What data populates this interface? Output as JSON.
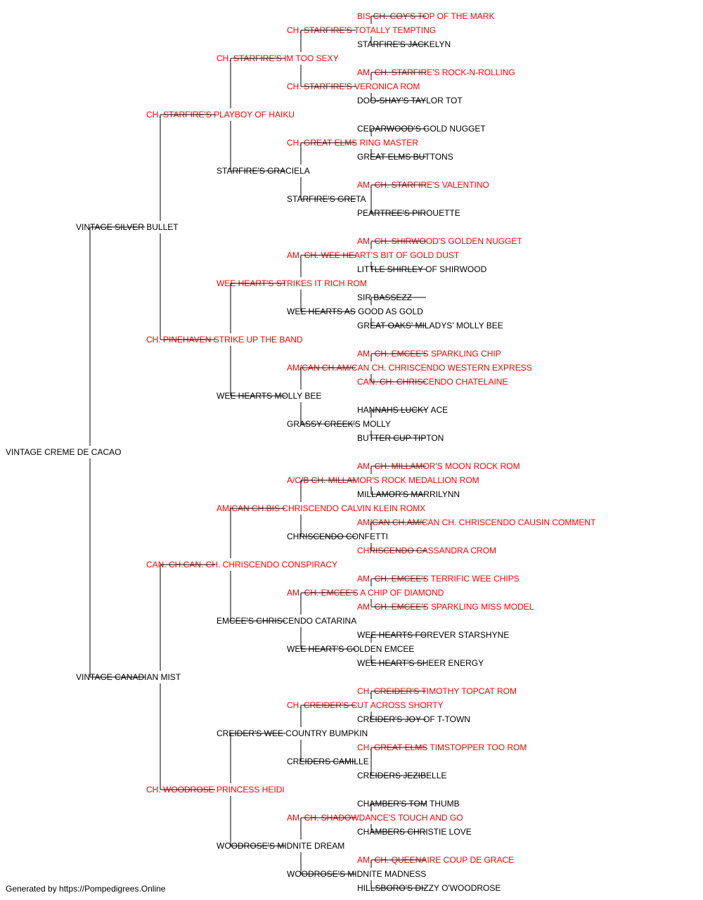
{
  "colors": {
    "champion": "#ff0000",
    "regular": "#000000",
    "lines": "#000000"
  },
  "footer": "Generated by https://Pompedigrees.Online",
  "pedigree": {
    "name": "VINTAGE CREME DE CACAO",
    "champion": false,
    "sire": {
      "name": "VINTAGE SILVER BULLET",
      "champion": false,
      "sire": {
        "name": "CH. STARFIRE'S PLAYBOY OF HAIKU",
        "champion": true,
        "sire": {
          "name": "CH. STARFIRE'S IM TOO SEXY",
          "champion": true,
          "sire": {
            "name": "CH. STARFIRE'S TOTALLY TEMPTING",
            "champion": true,
            "sire": {
              "name": "BIS CH. COY'S TOP OF THE MARK",
              "champion": true
            },
            "dam": {
              "name": "STARFIRE'S JACKELYN",
              "champion": false
            }
          },
          "dam": {
            "name": "CH. STARFIRE'S VERONICA ROM",
            "champion": true,
            "sire": {
              "name": "AM. CH. STARFIRE'S ROCK-N-ROLLING",
              "champion": true
            },
            "dam": {
              "name": "DOO-SHAY'S TAYLOR TOT",
              "champion": false
            }
          }
        },
        "dam": {
          "name": "STARFIRE'S GRACIELA",
          "champion": false,
          "sire": {
            "name": "CH. GREAT ELMS RING MASTER",
            "champion": true,
            "sire": {
              "name": "CEDARWOOD'S GOLD NUGGET",
              "champion": false
            },
            "dam": {
              "name": "GREAT ELMS BUTTONS",
              "champion": false
            }
          },
          "dam": {
            "name": "STARFIRE'S GRETA",
            "champion": false,
            "sire": {
              "name": "AM. CH. STARFIRE'S VALENTINO",
              "champion": true
            },
            "dam": {
              "name": "PEARTREE'S PIROUETTE",
              "champion": false
            }
          }
        }
      },
      "dam": {
        "name": "CH. PINEHAVEN STRIKE UP THE BAND",
        "champion": true,
        "sire": {
          "name": "WEE HEART'S STRIKES IT RICH ROM",
          "champion": true,
          "sire": {
            "name": "AM. CH. WEE HEART'S BIT OF GOLD DUST",
            "champion": true,
            "sire": {
              "name": "AM. CH. SHIRWOOD'S GOLDEN NUGGET",
              "champion": true
            },
            "dam": {
              "name": "LITTLE SHIRLEY OF SHIRWOOD",
              "champion": false
            }
          },
          "dam": {
            "name": "WEE HEARTS AS GOOD AS GOLD",
            "champion": false,
            "sire": {
              "name": "SIR BASSEZZ",
              "champion": false
            },
            "dam": {
              "name": "GREAT OAKS' MILADYS' MOLLY BEE",
              "champion": false
            }
          }
        },
        "dam": {
          "name": "WEE HEARTS MOLLY BEE",
          "champion": false,
          "sire": {
            "name": "AM/CAN CH.AM/CAN CH. CHRISCENDO WESTERN EXPRESS",
            "champion": true,
            "sire": {
              "name": "AM. CH. EMCEE'S SPARKLING CHIP",
              "champion": true
            },
            "dam": {
              "name": "CAN. CH. CHRISCENDO CHATELAINE",
              "champion": true
            }
          },
          "dam": {
            "name": "GRASSY CREEK'S MOLLY",
            "champion": false,
            "sire": {
              "name": "HANNAHS LUCKY ACE",
              "champion": false
            },
            "dam": {
              "name": "BUTTER CUP TIPTON",
              "champion": false
            }
          }
        }
      }
    },
    "dam": {
      "name": "VINTAGE CANADIAN MIST",
      "champion": false,
      "sire": {
        "name": "CAN. CH.CAN. CH. CHRISCENDO CONSPIRACY",
        "champion": true,
        "sire": {
          "name": "AM/CAN CH.BIS CHRISCENDO CALVIN KLEIN ROMX",
          "champion": true,
          "sire": {
            "name": "A/C/B CH. MILLAMOR'S ROCK MEDALLION ROM",
            "champion": true,
            "sire": {
              "name": "AM. CH. MILLAMOR'S MOON ROCK ROM",
              "champion": true
            },
            "dam": {
              "name": "MILLAMOR'S MARRILYNN",
              "champion": false
            }
          },
          "dam": {
            "name": "CHRISCENDO CONFETTI",
            "champion": false,
            "sire": {
              "name": "AM/CAN CH.AM/CAN CH. CHRISCENDO CAUSIN COMMENT",
              "champion": true
            },
            "dam": {
              "name": "CHRISCENDO CASSANDRA CROM",
              "champion": true
            }
          }
        },
        "dam": {
          "name": "EMCEE'S CHRISCENDO CATARINA",
          "champion": false,
          "sire": {
            "name": "AM. CH. EMCEE'S A CHIP OF DIAMOND",
            "champion": true,
            "sire": {
              "name": "AM. CH. EMCEE'S TERRIFIC WEE CHIPS",
              "champion": true
            },
            "dam": {
              "name": "AM. CH. EMCEE'S SPARKLING MISS MODEL",
              "champion": true
            }
          },
          "dam": {
            "name": "WEE HEART'S GOLDEN EMCEE",
            "champion": false,
            "sire": {
              "name": "WEE HEARTS FOREVER STARSHYNE",
              "champion": false
            },
            "dam": {
              "name": "WEE HEART'S SHEER ENERGY",
              "champion": false
            }
          }
        }
      },
      "dam": {
        "name": "CH. WOODROSE PRINCESS HEIDI",
        "champion": true,
        "sire": {
          "name": "CREIDER'S WEE COUNTRY BUMPKIN",
          "champion": false,
          "sire": {
            "name": "CH. CREIDER'S CUT ACROSS SHORTY",
            "champion": true,
            "sire": {
              "name": "CH. CREIDER'S TIMOTHY TOPCAT ROM",
              "champion": true
            },
            "dam": {
              "name": "CREIDER'S JOY OF T-TOWN",
              "champion": false
            }
          },
          "dam": {
            "name": "CREIDERS CAMILLE",
            "champion": false,
            "sire": {
              "name": "CH. GREAT ELMS TIMSTOPPER TOO ROM",
              "champion": true
            },
            "dam": {
              "name": "CREIDERS JEZIBELLE",
              "champion": false
            }
          }
        },
        "dam": {
          "name": "WOODROSE'S MIDNITE DREAM",
          "champion": false,
          "sire": {
            "name": "AM. CH. SHADOWDANCE'S TOUCH AND GO",
            "champion": true,
            "sire": {
              "name": "CHAMBER'S TOM THUMB",
              "champion": false
            },
            "dam": {
              "name": "CHAMBERS CHRISTIE LOVE",
              "champion": false
            }
          },
          "dam": {
            "name": "WOODROSE'S MIDNITE MADNESS",
            "champion": false,
            "sire": {
              "name": "AM. CH. QUEENAIRE COUP DE GRACE",
              "champion": true
            },
            "dam": {
              "name": "HILLSBORO'S DIZZY O'WOODROSE",
              "champion": false
            }
          }
        }
      }
    }
  }
}
